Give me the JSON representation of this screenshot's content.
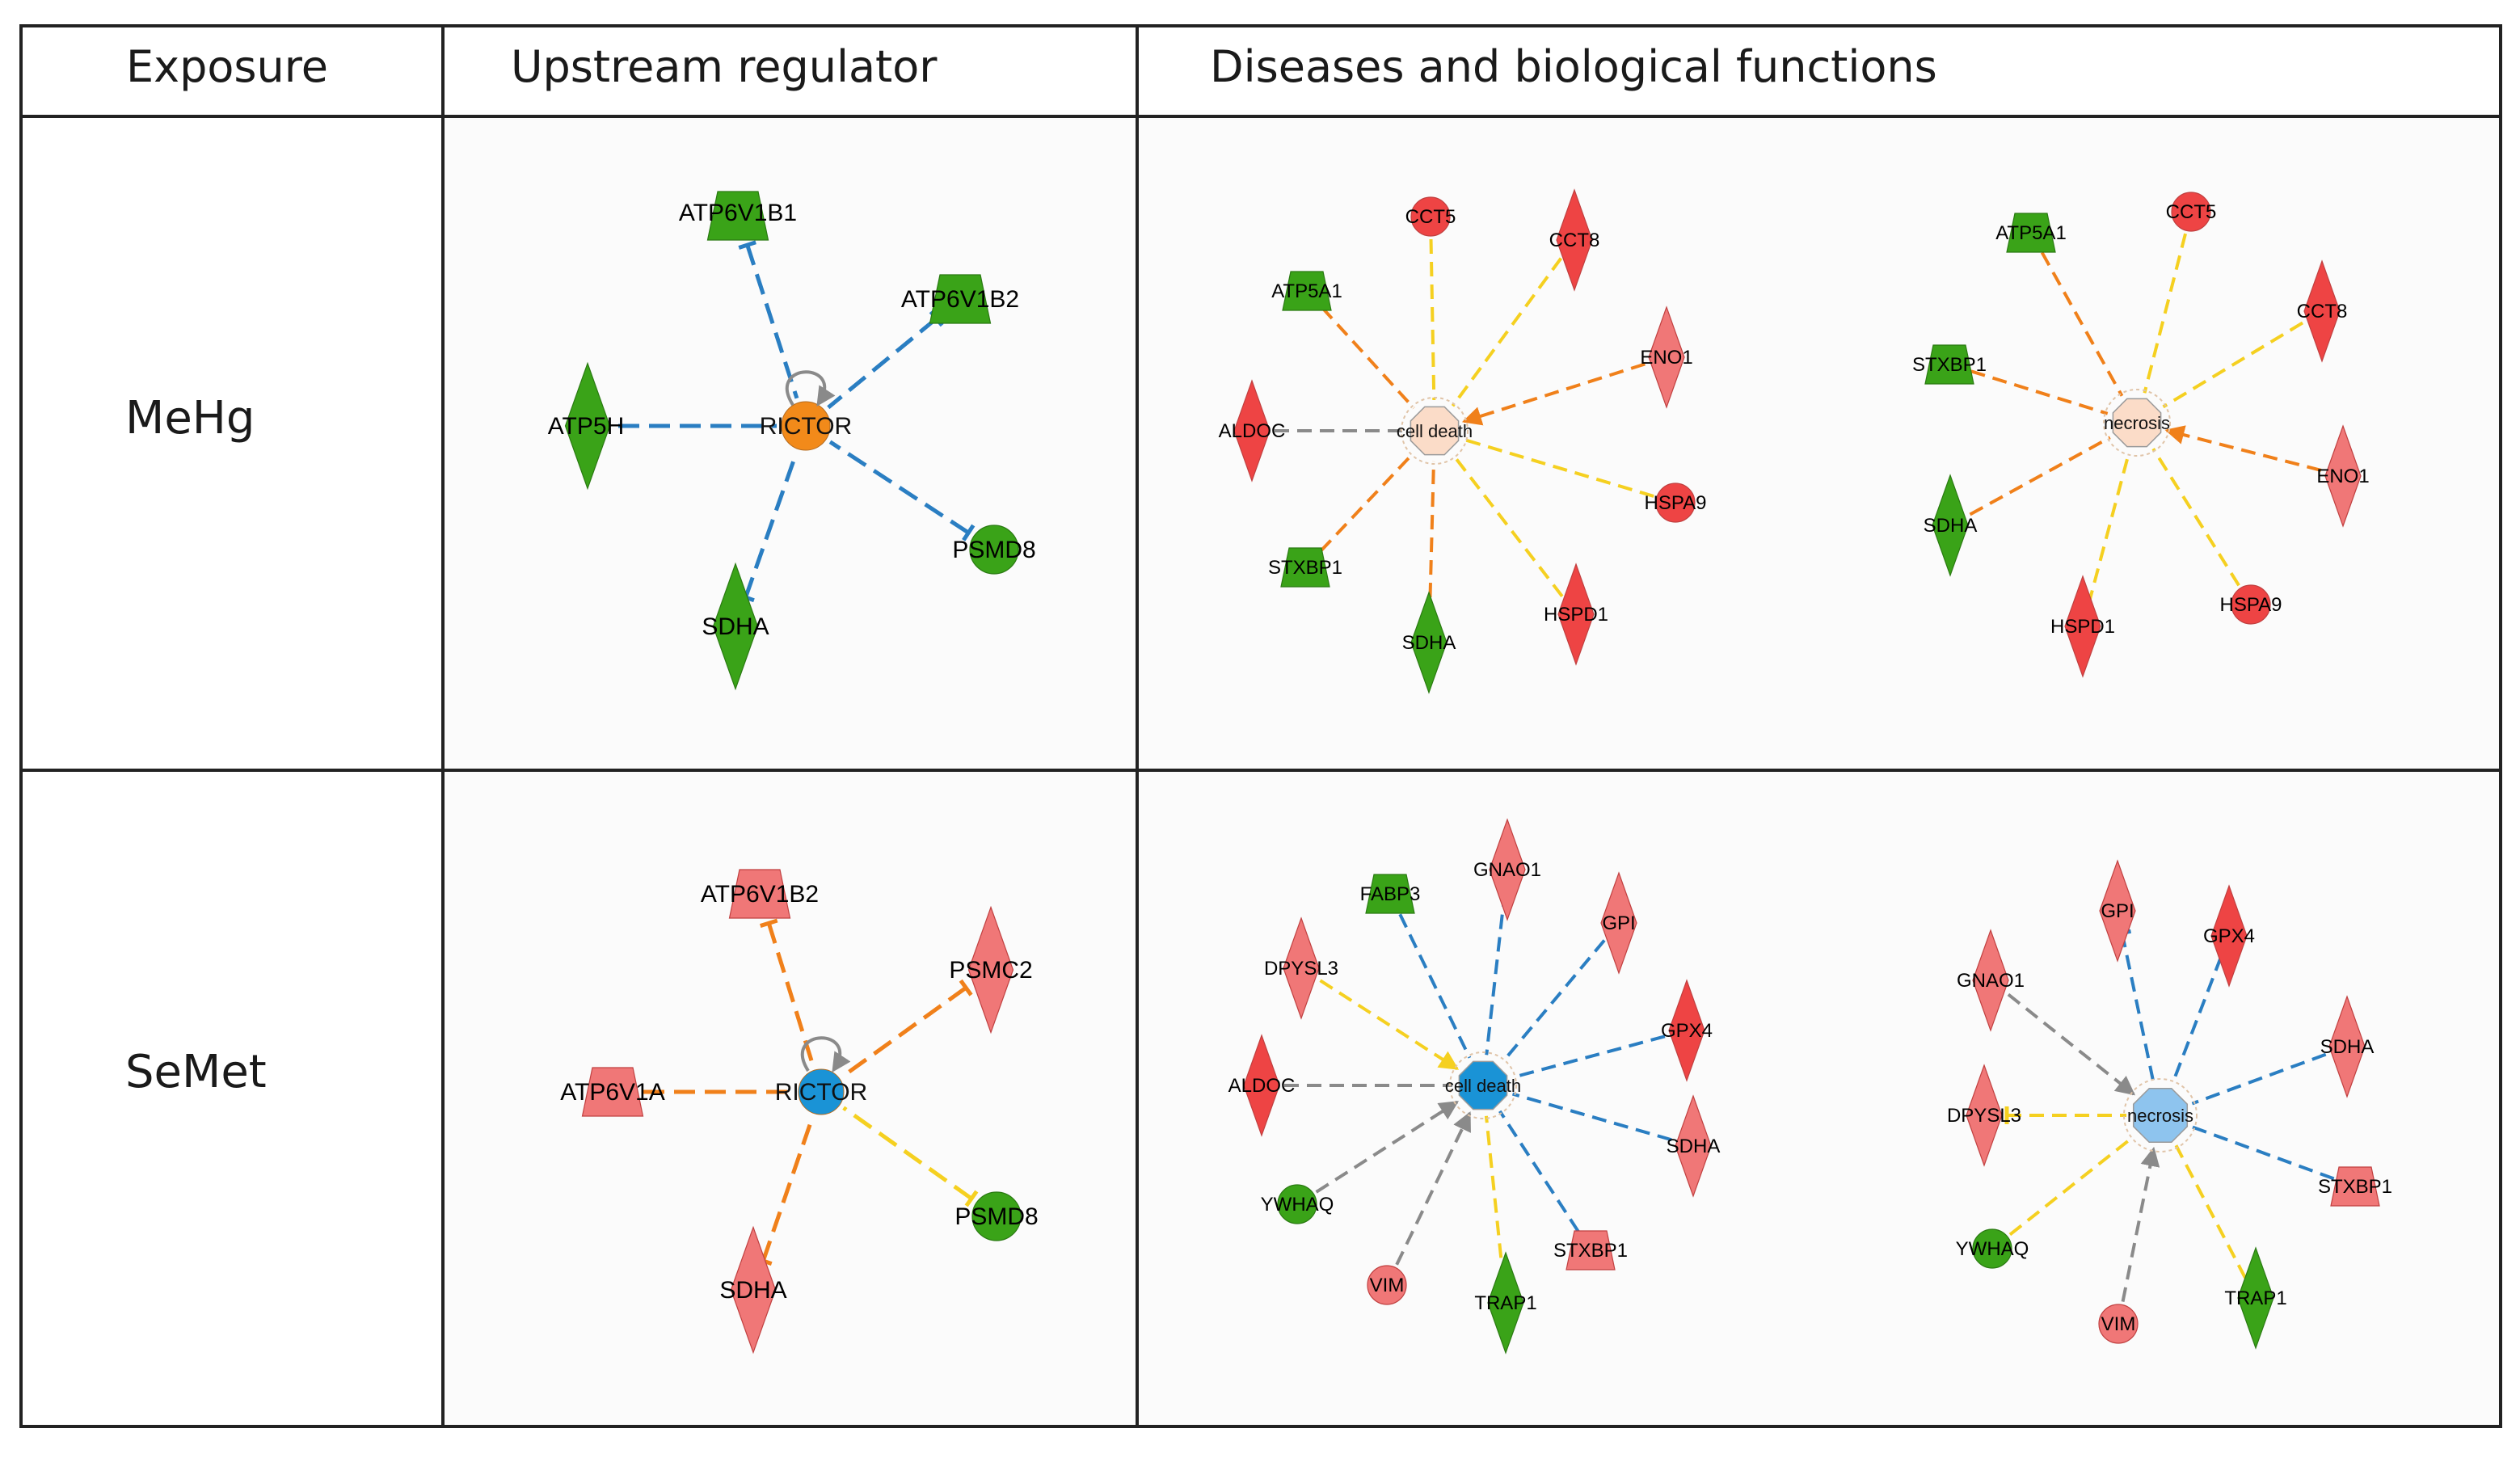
{
  "headers": {
    "exposure": "Exposure",
    "upstream": "Upstream regulator",
    "diseases": "Diseases and biological functions"
  },
  "exposures": {
    "mehg": "MeHg",
    "semet": "SeMet"
  },
  "colors": {
    "green": "#3aa318",
    "red": "#ee4444",
    "pink": "#f07777",
    "orange": "#f28a1a",
    "blue": "#1a93d6",
    "lightblue": "#8ec4ee",
    "peach": "#fbdcc8",
    "edge_blue": "#2a7ec2",
    "edge_orange": "#f0801a",
    "edge_yellow": "#f5d020",
    "edge_gray": "#8a8a8a"
  },
  "networks": [
    {
      "id": "mehg-rictor",
      "hub": {
        "label": "RICTOR",
        "shape": "circle",
        "color": "orange",
        "self_loop": true
      },
      "nodes": [
        {
          "label": "ATP6V1B1",
          "shape": "trapezoid",
          "color": "green",
          "edge": "blue",
          "head": "inhibit"
        },
        {
          "label": "ATP6V1B2",
          "shape": "trapezoid",
          "color": "green",
          "edge": "blue",
          "head": "inhibit"
        },
        {
          "label": "ATP5H",
          "shape": "diamond",
          "color": "green",
          "edge": "blue",
          "head": "none"
        },
        {
          "label": "PSMD8",
          "shape": "circle",
          "color": "green",
          "edge": "blue",
          "head": "inhibit"
        },
        {
          "label": "SDHA",
          "shape": "diamond",
          "color": "green",
          "edge": "blue",
          "head": "inhibit"
        }
      ]
    },
    {
      "id": "mehg-cell-death",
      "hub": {
        "label": "cell death",
        "shape": "octagon",
        "color": "peach"
      },
      "nodes": [
        {
          "label": "CCT5",
          "shape": "circle",
          "color": "red",
          "edge": "yellow",
          "head": "none"
        },
        {
          "label": "CCT8",
          "shape": "diamond",
          "color": "red",
          "edge": "yellow",
          "head": "none"
        },
        {
          "label": "ATP5A1",
          "shape": "trapezoid",
          "color": "green",
          "edge": "orange",
          "head": "none"
        },
        {
          "label": "ENO1",
          "shape": "diamond",
          "color": "pink",
          "edge": "orange",
          "head": "arrow"
        },
        {
          "label": "ALDOC",
          "shape": "diamond",
          "color": "red",
          "edge": "gray",
          "head": "none"
        },
        {
          "label": "HSPA9",
          "shape": "circle",
          "color": "red",
          "edge": "yellow",
          "head": "none"
        },
        {
          "label": "STXBP1",
          "shape": "trapezoid",
          "color": "green",
          "edge": "orange",
          "head": "none"
        },
        {
          "label": "SDHA",
          "shape": "diamond",
          "color": "green",
          "edge": "orange",
          "head": "none"
        },
        {
          "label": "HSPD1",
          "shape": "diamond",
          "color": "red",
          "edge": "yellow",
          "head": "none"
        }
      ]
    },
    {
      "id": "mehg-necrosis",
      "hub": {
        "label": "necrosis",
        "shape": "octagon",
        "color": "peach"
      },
      "nodes": [
        {
          "label": "ATP5A1",
          "shape": "trapezoid",
          "color": "green",
          "edge": "orange",
          "head": "none"
        },
        {
          "label": "CCT5",
          "shape": "circle",
          "color": "red",
          "edge": "yellow",
          "head": "none"
        },
        {
          "label": "CCT8",
          "shape": "diamond",
          "color": "red",
          "edge": "yellow",
          "head": "none"
        },
        {
          "label": "STXBP1",
          "shape": "trapezoid",
          "color": "green",
          "edge": "orange",
          "head": "none"
        },
        {
          "label": "ENO1",
          "shape": "diamond",
          "color": "pink",
          "edge": "orange",
          "head": "arrow"
        },
        {
          "label": "SDHA",
          "shape": "diamond",
          "color": "green",
          "edge": "orange",
          "head": "none"
        },
        {
          "label": "HSPD1",
          "shape": "diamond",
          "color": "red",
          "edge": "yellow",
          "head": "none"
        },
        {
          "label": "HSPA9",
          "shape": "circle",
          "color": "red",
          "edge": "yellow",
          "head": "none"
        }
      ]
    },
    {
      "id": "semet-rictor",
      "hub": {
        "label": "RICTOR",
        "shape": "circle",
        "color": "blue",
        "self_loop": true
      },
      "nodes": [
        {
          "label": "ATP6V1B2",
          "shape": "trapezoid",
          "color": "pink",
          "edge": "orange",
          "head": "inhibit"
        },
        {
          "label": "PSMC2",
          "shape": "diamond",
          "color": "pink",
          "edge": "orange",
          "head": "inhibit"
        },
        {
          "label": "ATP6V1A",
          "shape": "trapezoid",
          "color": "pink",
          "edge": "orange",
          "head": "none"
        },
        {
          "label": "PSMD8",
          "shape": "circle",
          "color": "green",
          "edge": "yellow",
          "head": "inhibit"
        },
        {
          "label": "SDHA",
          "shape": "diamond",
          "color": "pink",
          "edge": "orange",
          "head": "inhibit"
        }
      ]
    },
    {
      "id": "semet-cell-death",
      "hub": {
        "label": "cell death",
        "shape": "octagon",
        "color": "blue"
      },
      "nodes": [
        {
          "label": "FABP3",
          "shape": "trapezoid",
          "color": "green",
          "edge": "blue",
          "head": "none"
        },
        {
          "label": "GNAO1",
          "shape": "diamond",
          "color": "pink",
          "edge": "blue",
          "head": "none"
        },
        {
          "label": "GPI",
          "shape": "diamond",
          "color": "pink",
          "edge": "blue",
          "head": "none"
        },
        {
          "label": "DPYSL3",
          "shape": "diamond",
          "color": "pink",
          "edge": "yellow",
          "head": "arrow"
        },
        {
          "label": "GPX4",
          "shape": "diamond",
          "color": "red",
          "edge": "blue",
          "head": "none"
        },
        {
          "label": "ALDOC",
          "shape": "diamond",
          "color": "red",
          "edge": "gray",
          "head": "none"
        },
        {
          "label": "SDHA",
          "shape": "diamond",
          "color": "pink",
          "edge": "blue",
          "head": "none"
        },
        {
          "label": "YWHAQ",
          "shape": "circle",
          "color": "green",
          "edge": "gray",
          "head": "arrow"
        },
        {
          "label": "STXBP1",
          "shape": "trapezoid",
          "color": "pink",
          "edge": "blue",
          "head": "none"
        },
        {
          "label": "VIM",
          "shape": "circle",
          "color": "pink",
          "edge": "gray",
          "head": "arrow"
        },
        {
          "label": "TRAP1",
          "shape": "diamond",
          "color": "green",
          "edge": "yellow",
          "head": "none"
        }
      ]
    },
    {
      "id": "semet-necrosis",
      "hub": {
        "label": "necrosis",
        "shape": "octagon",
        "color": "lightblue"
      },
      "nodes": [
        {
          "label": "GPI",
          "shape": "diamond",
          "color": "pink",
          "edge": "blue",
          "head": "inhibit"
        },
        {
          "label": "GPX4",
          "shape": "diamond",
          "color": "red",
          "edge": "blue",
          "head": "none"
        },
        {
          "label": "GNAO1",
          "shape": "diamond",
          "color": "pink",
          "edge": "gray",
          "head": "arrow"
        },
        {
          "label": "SDHA",
          "shape": "diamond",
          "color": "pink",
          "edge": "blue",
          "head": "none"
        },
        {
          "label": "DPYSL3",
          "shape": "diamond",
          "color": "pink",
          "edge": "yellow",
          "head": "inhibit"
        },
        {
          "label": "STXBP1",
          "shape": "trapezoid",
          "color": "pink",
          "edge": "blue",
          "head": "none"
        },
        {
          "label": "YWHAQ",
          "shape": "circle",
          "color": "green",
          "edge": "yellow",
          "head": "none"
        },
        {
          "label": "VIM",
          "shape": "circle",
          "color": "pink",
          "edge": "gray",
          "head": "arrow"
        },
        {
          "label": "TRAP1",
          "shape": "diamond",
          "color": "green",
          "edge": "yellow",
          "head": "none"
        }
      ]
    }
  ]
}
